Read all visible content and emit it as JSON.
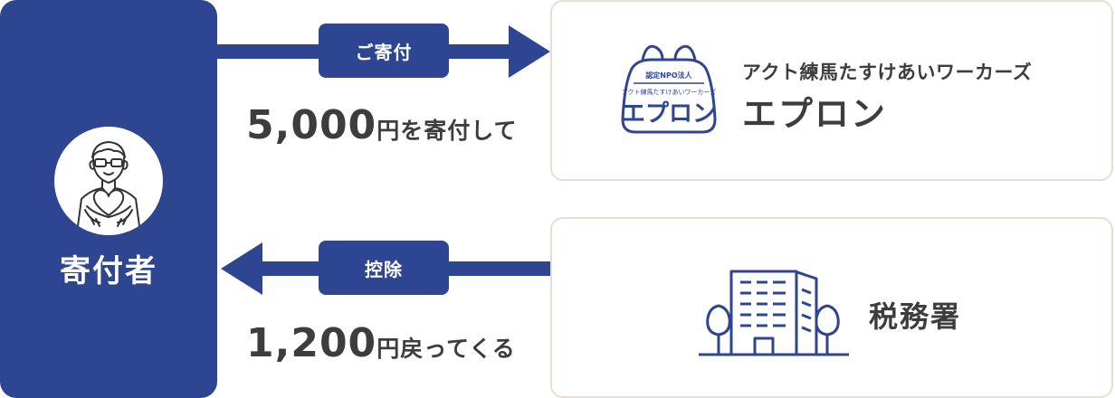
{
  "donor": {
    "label": "寄付者",
    "icon": "donor-heart-icon"
  },
  "donation_flow": {
    "pill_label": "ご寄付",
    "amount": "5,000",
    "amount_suffix": "円を寄付して"
  },
  "deduction_flow": {
    "pill_label": "控除",
    "amount": "1,200",
    "amount_suffix": "円戻ってくる"
  },
  "organization": {
    "name_small": "アクト練馬たすけあいワーカーズ",
    "name_large": "エプロン",
    "logo": {
      "badge_text": "認定NPO法人",
      "sub_text": "アクト練馬たすけあいワーカーズ",
      "main_text": "エプロン"
    }
  },
  "tax_office": {
    "label": "税務署",
    "icon": "building-icon"
  },
  "colors": {
    "navy": "#2e4591",
    "text": "#3d3d3d",
    "card_border": "#e8ddd5"
  }
}
